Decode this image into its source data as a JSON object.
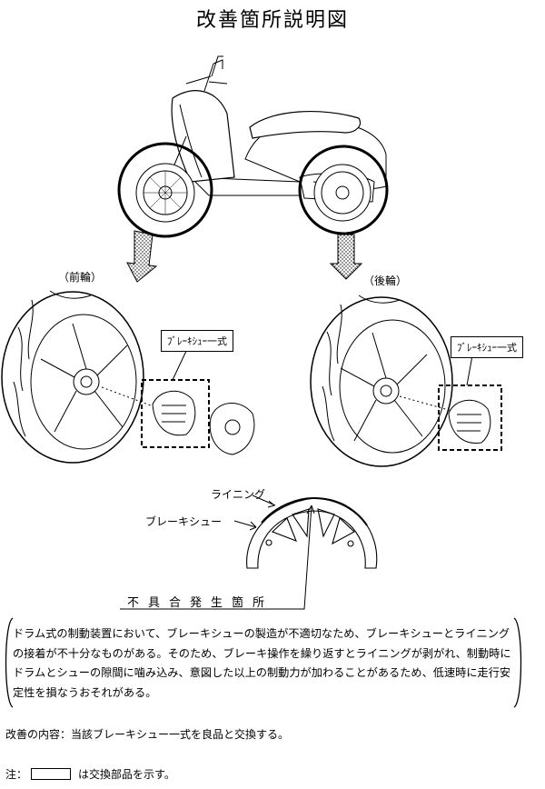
{
  "title": "改善箇所説明図",
  "labels": {
    "front_wheel": "（前輪）",
    "rear_wheel": "（後輪）",
    "brake_shoe_set_front": "ﾌﾞﾚｰｷｼｭｰ一式",
    "brake_shoe_set_rear": "ﾌﾞﾚｰｷｼｭｰ一式",
    "lining": "ライニング",
    "brake_shoe": "ブレーキシュー",
    "defect_location": "不具合発生箇所"
  },
  "description": "ドラム式の制動装置において、ブレーキシューの製造が不適切なため、ブレーキシューとライニングの接着が不十分なものがある。そのため、ブレーキ操作を繰り返すとライニングが剥がれ、制動時にドラムとシューの隙間に噛み込み、意図した以上の制動力が加わることがあるため、低速時に走行安定性を損なうおそれがある。",
  "improvement": "改善の内容：当該ブレーキシュー一式を良品と交換する。",
  "note": {
    "prefix": "注：",
    "suffix": "は交換部品を示す。"
  }
}
